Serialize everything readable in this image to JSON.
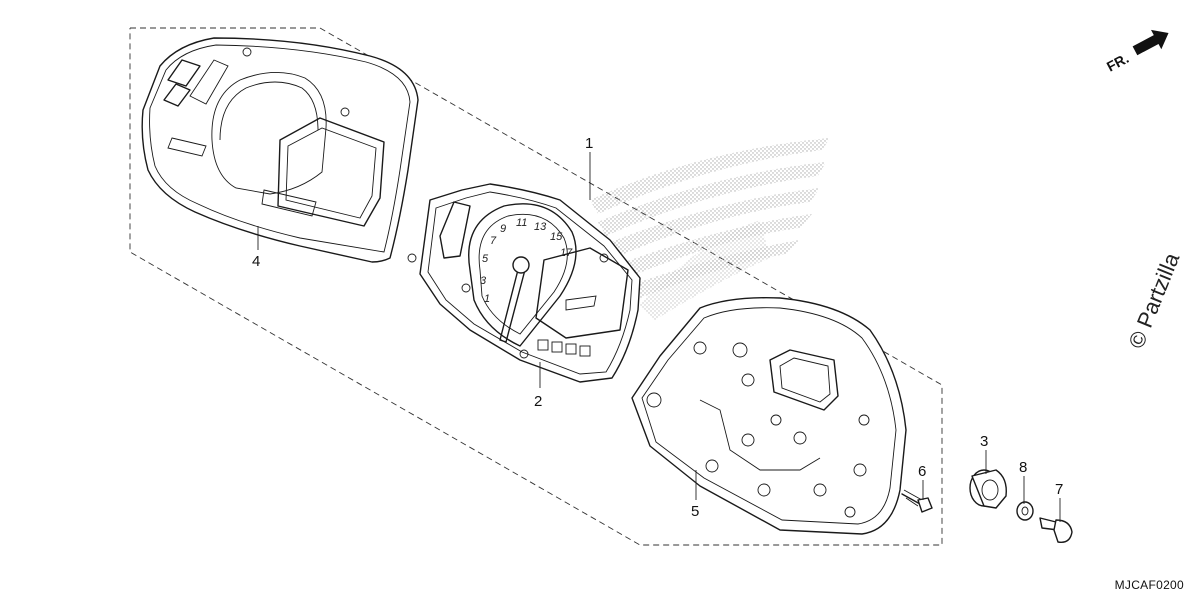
{
  "diagram": {
    "callouts": {
      "c1": "1",
      "c2": "2",
      "c3": "3",
      "c4": "4",
      "c5": "5",
      "c6": "6",
      "c7": "7",
      "c8": "8"
    },
    "gauge_numbers": [
      "1",
      "3",
      "5",
      "7",
      "9",
      "11",
      "13",
      "15",
      "17"
    ],
    "direction_label": "FR.",
    "watermark": "© Partzilla",
    "diagram_code": "MJCAF0200"
  }
}
